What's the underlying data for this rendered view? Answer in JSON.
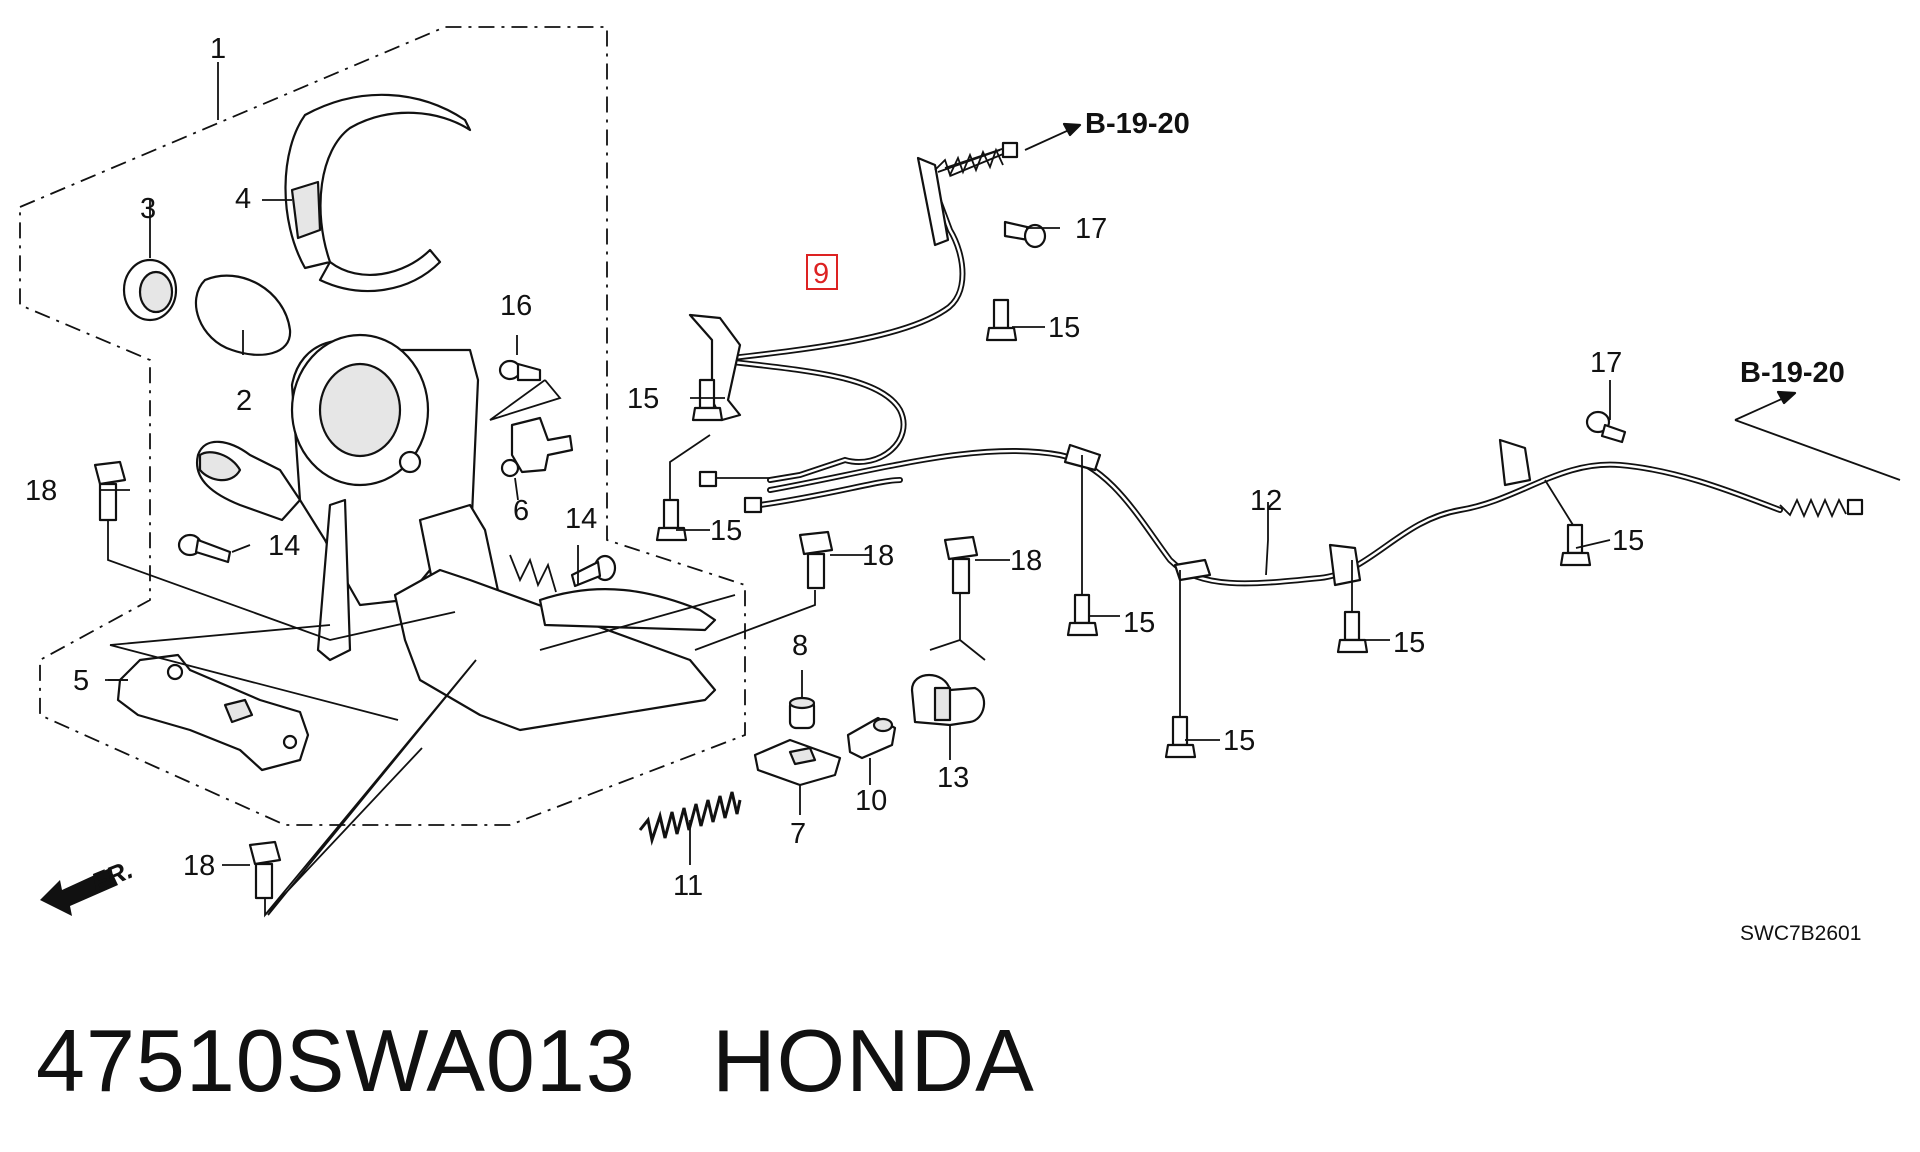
{
  "callouts": {
    "c1": "1",
    "c2": "2",
    "c3": "3",
    "c4": "4",
    "c5": "5",
    "c6": "6",
    "c7": "7",
    "c8": "8",
    "c9": "9",
    "c10": "10",
    "c11": "11",
    "c12": "12",
    "c13": "13",
    "c14": "14",
    "c15": "15",
    "c16": "16",
    "c17": "17",
    "c18": "18"
  },
  "refs": {
    "top": "B-19-20",
    "right": "B-19-20"
  },
  "front_marker": "FR.",
  "diagram_code": "SWC7B2601",
  "footer": {
    "part_number": "47510SWA013",
    "brand": "HONDA"
  },
  "colors": {
    "highlight": "#d22222",
    "ink": "#111111",
    "background": "#ffffff"
  }
}
